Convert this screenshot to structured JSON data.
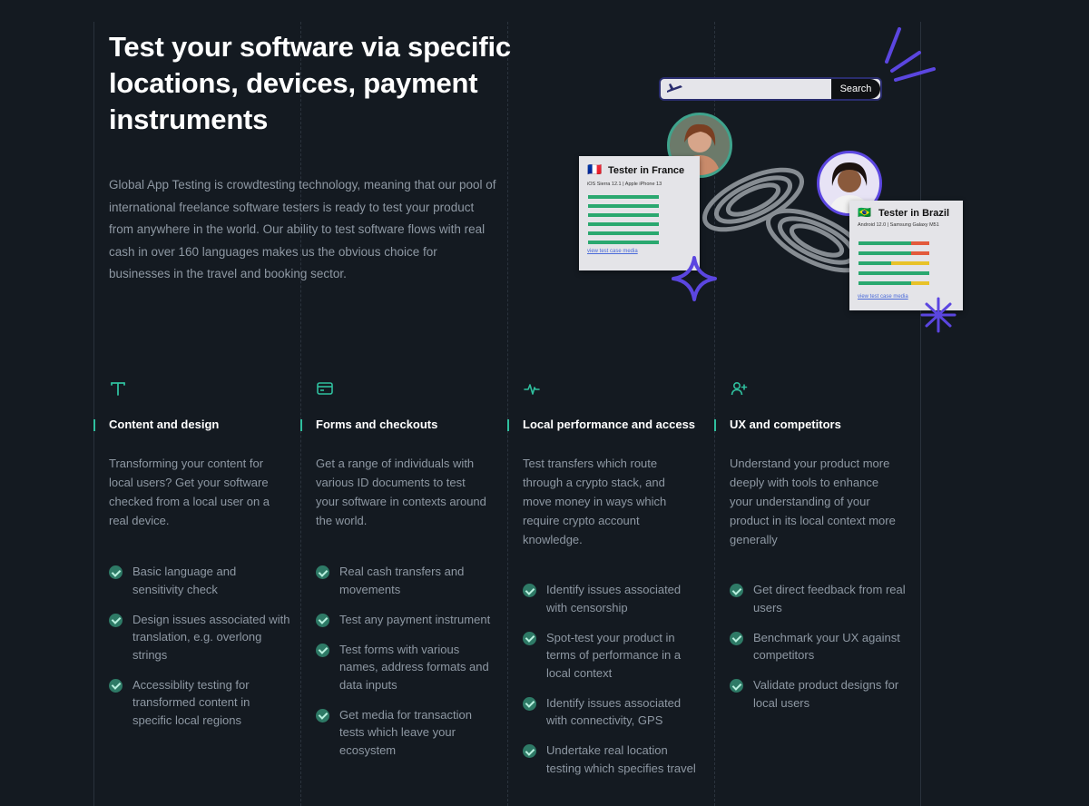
{
  "hero": {
    "title": "Test your software via specific locations, devices, payment instruments",
    "intro": "Global App Testing is crowdtesting technology, meaning that our pool of international freelance software testers is ready to test your product from anywhere in the world. Our ability to test software flows with real cash in over 160 languages makes us the obvious choice for businesses in the travel and booking sector."
  },
  "illustration": {
    "search_button": "Search",
    "card_france": {
      "flag": "🇫🇷",
      "title": "Tester in France",
      "device": "iOS Sierra 12.1 | Apple iPhone 13",
      "link": "view test case media"
    },
    "card_brazil": {
      "flag": "🇧🇷",
      "title": "Tester in Brazil",
      "device": "Android 12.0 | Samsung Galaxy M51",
      "link": "view test case media"
    }
  },
  "columns": [
    {
      "icon": "text-icon",
      "title": "Content and design",
      "desc": "Transforming your content for local users? Get your software checked from a local user on a real device.",
      "items": [
        "Basic language and sensitivity check",
        "Design issues associated with translation, e.g. overlong strings",
        "Accessiblity testing for transformed content in specific local regions"
      ]
    },
    {
      "icon": "credit-card-icon",
      "title": "Forms and checkouts",
      "desc": "Get a range of individuals with various ID documents to test your software in contexts around the world.",
      "items": [
        "Real cash transfers and movements",
        "Test any payment instrument",
        "Test forms with various names, address formats and data inputs",
        "Get media for transaction tests which leave your ecosystem"
      ]
    },
    {
      "icon": "activity-icon",
      "title": "Local performance and access",
      "desc": "Test transfers which route through a crypto stack, and move money in ways which require crypto account knowledge.",
      "items": [
        "Identify issues associated with censorship",
        "Spot-test your product in terms of performance in a local context",
        "Identify issues associated with connectivity, GPS",
        "Undertake real location testing which specifies travel"
      ]
    },
    {
      "icon": "user-plus-icon",
      "title": "UX and competitors",
      "desc": "Understand your product more deeply with tools to enhance your understanding of your product in its local context more generally",
      "items": [
        "Get direct feedback from real users",
        "Benchmark your UX against competitors",
        "Validate product designs for local users"
      ]
    }
  ],
  "colors": {
    "accent": "#2fbf9e",
    "check": "#2e7a66",
    "sparkle": "#5b46e0"
  }
}
